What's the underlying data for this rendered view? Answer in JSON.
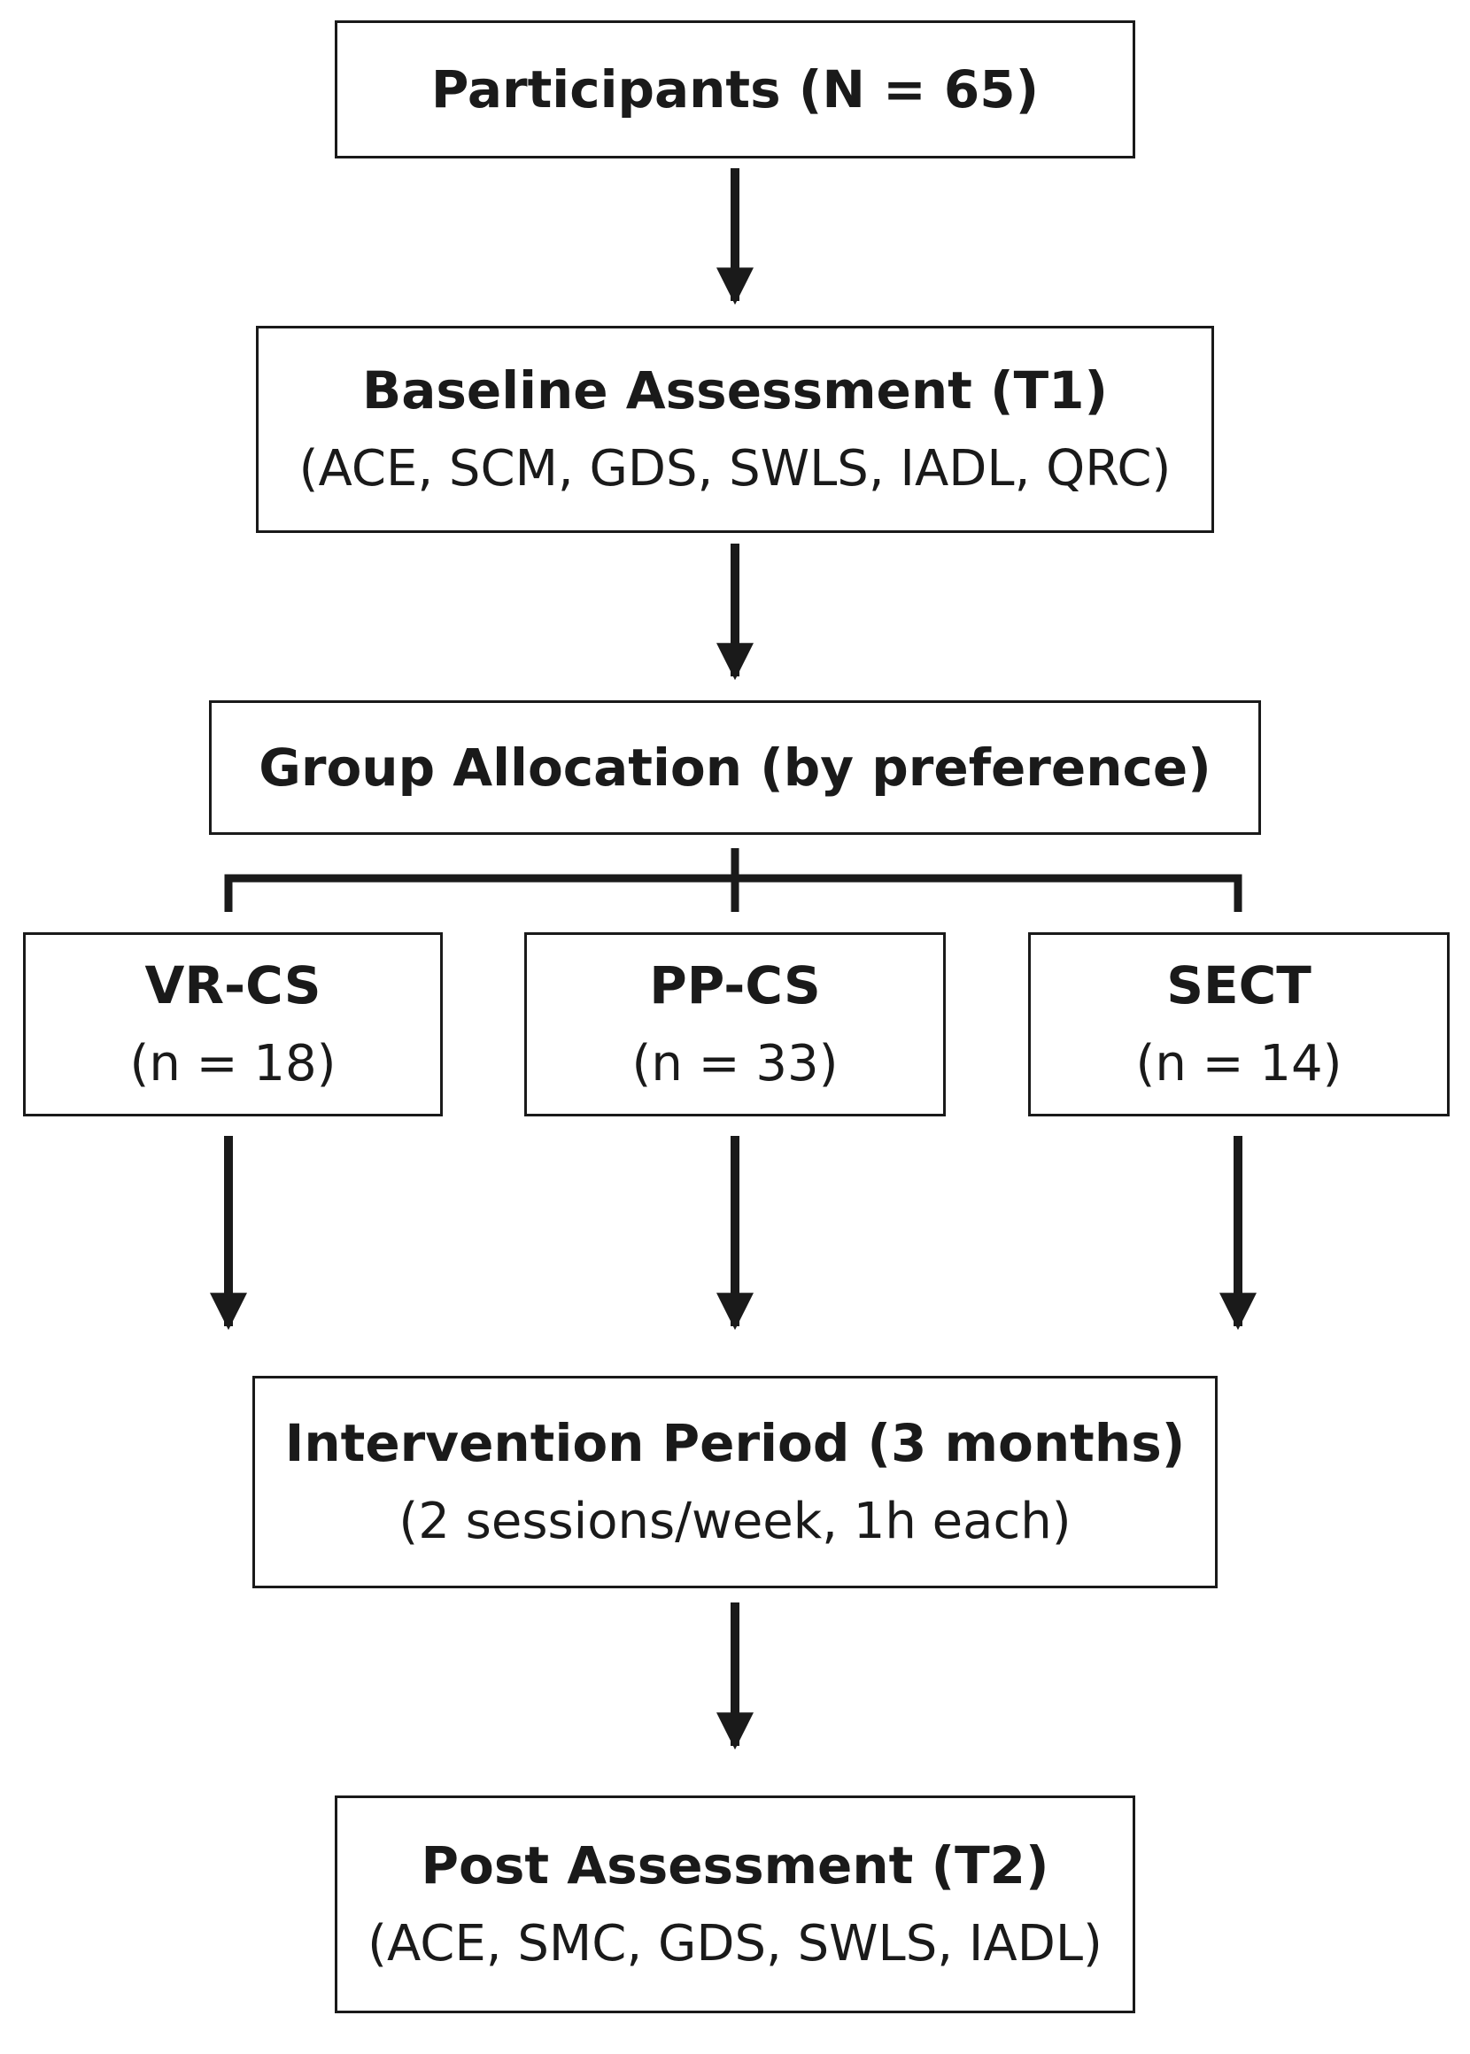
{
  "boxes": {
    "participants": {
      "title": "Participants (N = 65)"
    },
    "baseline": {
      "title": "Baseline Assessment (T1)",
      "subtitle": "(ACE, SCM, GDS, SWLS, IADL, QRC)"
    },
    "allocation": {
      "title": "Group Allocation (by preference)"
    },
    "vrcs": {
      "title": "VR-CS",
      "subtitle": "(n = 18)"
    },
    "ppcs": {
      "title": "PP-CS",
      "subtitle": "(n = 33)"
    },
    "sect": {
      "title": "SECT",
      "subtitle": "(n = 14)"
    },
    "intervention": {
      "title": "Intervention Period (3 months)",
      "subtitle": "(2 sessions/week, 1h each)"
    },
    "post": {
      "title": "Post Assessment (T2)",
      "subtitle": "(ACE, SMC, GDS, SWLS, IADL)"
    }
  },
  "colors": {
    "stroke": "#1a1a1a",
    "background": "#ffffff"
  }
}
